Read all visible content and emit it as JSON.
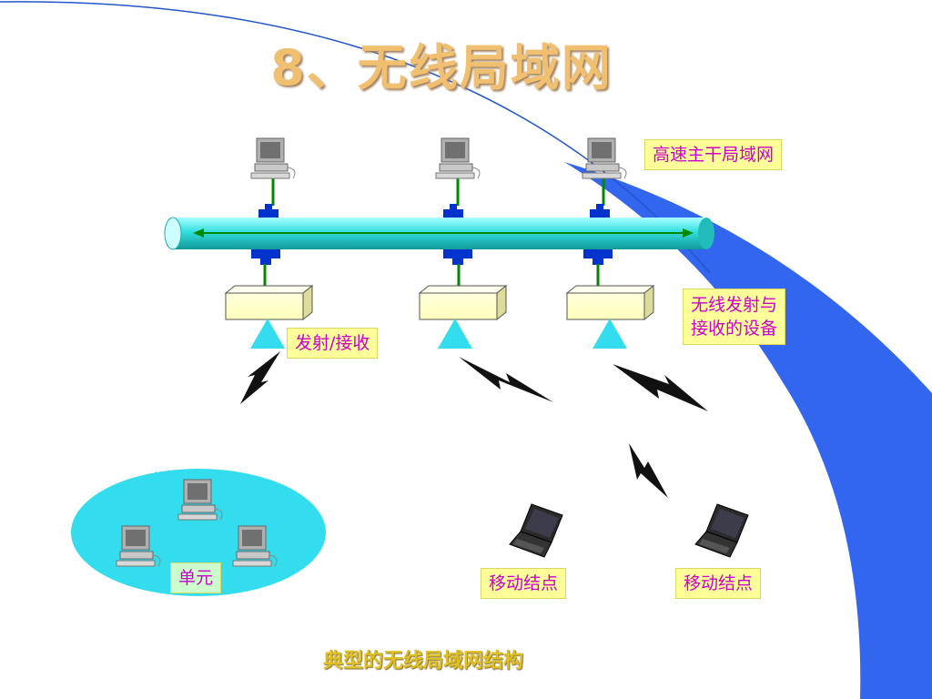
{
  "slide": {
    "title": "8、无线局域网",
    "caption": "典型的无线局域网结构"
  },
  "labels": {
    "backbone": "高速主干局域网",
    "transceiver": "发射/接收",
    "device_line1": "无线发射与",
    "device_line2": "接收的设备",
    "unit": "单元",
    "mobile_node_1": "移动结点",
    "mobile_node_2": "移动结点"
  },
  "colors": {
    "title": "#f0c070",
    "label_bg": "#ffff99",
    "label_text": "#cc00cc",
    "unit_label_bg": "#ccffcc",
    "backbone_tube": "#33dddd",
    "connector": "#0033cc",
    "link": "#008800",
    "antenna": "#33ddee",
    "cell": "#33ddee",
    "accent_swoosh": "#3366ee",
    "caption": "#e0c020"
  }
}
